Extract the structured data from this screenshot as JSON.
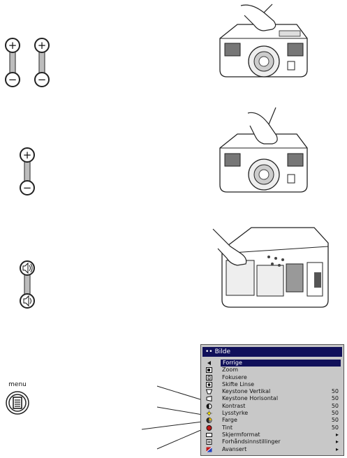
{
  "menu_button": {
    "label": "menu"
  },
  "osd_menu": {
    "title": "Bilde",
    "items": [
      {
        "label": "Forrige",
        "value": "",
        "icon": "back-arrow-icon"
      },
      {
        "label": "Zoom",
        "value": "",
        "icon": "zoom-icon"
      },
      {
        "label": "Fokusere",
        "value": "",
        "icon": "focus-icon"
      },
      {
        "label": "Skifte Linse",
        "value": "",
        "icon": "lens-shift-icon"
      },
      {
        "label": "Keystone Vertikal",
        "value": "50",
        "icon": "keystone-vertical-icon"
      },
      {
        "label": "Keystone Horisontal",
        "value": "50",
        "icon": "keystone-horizontal-icon"
      },
      {
        "label": "Kontrast",
        "value": "50",
        "icon": "contrast-icon"
      },
      {
        "label": "Lysstyrke",
        "value": "50",
        "icon": "brightness-icon"
      },
      {
        "label": "Farge",
        "value": "50",
        "icon": "color-icon"
      },
      {
        "label": "Tint",
        "value": "50",
        "icon": "tint-icon"
      },
      {
        "label": "Skjermformat",
        "value": "▸",
        "icon": "aspect-ratio-icon"
      },
      {
        "label": "Forhåndsinnstillinger",
        "value": "▸",
        "icon": "presets-icon"
      },
      {
        "label": "Avansert",
        "value": "▸",
        "icon": "advanced-icon"
      }
    ]
  }
}
